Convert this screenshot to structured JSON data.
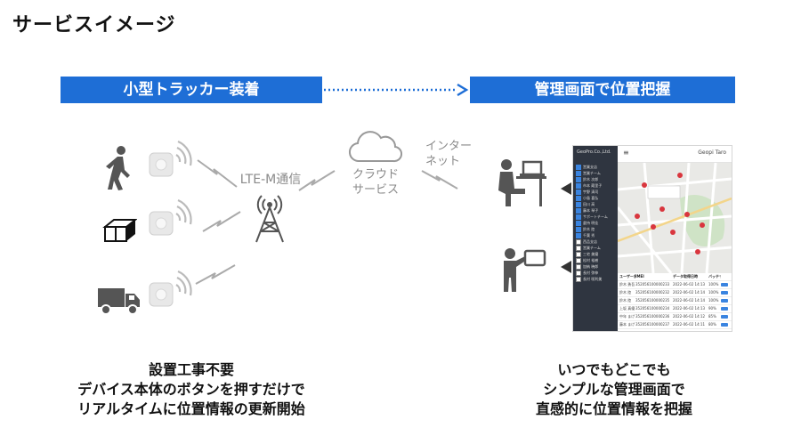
{
  "page": {
    "title": "サービスイメージ"
  },
  "banners": {
    "left": "小型トラッカー装着",
    "right": "管理画面で位置把握"
  },
  "network": {
    "lte": "LTE-M通信",
    "cloud_line1": "クラウド",
    "cloud_line2": "サービス",
    "internet_line1": "インター",
    "internet_line2": "ネット"
  },
  "captions": {
    "left": [
      "設置工事不要",
      "デバイス本体のボタンを押すだけで",
      "リアルタイムに位置情報の更新開始"
    ],
    "right": [
      "いつでもどこでも",
      "シンプルな管理画面で",
      "直感的に位置情報を把握"
    ]
  },
  "panel": {
    "brand": "GeoPro.Co.,Ltd.",
    "user": "Geopi Taro",
    "menu_icon": "hamburger-icon",
    "tree": [
      {
        "label": "営業支店",
        "checked": true
      },
      {
        "label": "営業チーム",
        "checked": true
      },
      {
        "label": "鈴木 次郎",
        "checked": true
      },
      {
        "label": "市本 蔵里子",
        "checked": true
      },
      {
        "label": "宇野 清司",
        "checked": true
      },
      {
        "label": "小島 喜弘",
        "checked": true
      },
      {
        "label": "田川 高",
        "checked": true
      },
      {
        "label": "藤本 琴子",
        "checked": true
      },
      {
        "label": "サポートチーム",
        "checked": true
      },
      {
        "label": "倉持 明佳",
        "checked": true
      },
      {
        "label": "鈴木 陸",
        "checked": true
      },
      {
        "label": "千葉 秀",
        "checked": true
      },
      {
        "label": "西品支店",
        "checked": false
      },
      {
        "label": "営業チーム",
        "checked": false
      },
      {
        "label": "三宅 美優",
        "checked": false
      },
      {
        "label": "松村 裕樹",
        "checked": false
      },
      {
        "label": "加納 暁郎",
        "checked": false
      },
      {
        "label": "長村 弥伸",
        "checked": false
      },
      {
        "label": "長村 咲利美",
        "checked": false
      }
    ],
    "table_headers": [
      "ユーザー名",
      "IMEI",
      "データ取得日時",
      "バッテリー"
    ],
    "rows": [
      {
        "name": "鈴木 勇吾",
        "imei": "352056100000233",
        "time": "2022-06-02 14:13",
        "battery": "100%"
      },
      {
        "name": "鈴木 陸",
        "imei": "352056100000232",
        "time": "2022-06-02 14:14",
        "battery": "100%"
      },
      {
        "name": "鈴木 陸",
        "imei": "352056100000235",
        "time": "2022-06-02 14:14",
        "battery": "100%"
      },
      {
        "name": "上坂 真優",
        "imei": "352056100000234",
        "time": "2022-06-02 14:13",
        "battery": "90%"
      },
      {
        "name": "中年 まげ",
        "imei": "352056100000236",
        "time": "2022-06-02 14:12",
        "battery": "85%"
      },
      {
        "name": "藤本 まげ",
        "imei": "352056100000237",
        "time": "2022-06-02 14:11",
        "battery": "80%"
      }
    ]
  },
  "colors": {
    "banner": "#1e6ed6",
    "icon_dark": "#555555",
    "icon_light": "#bbbbbb"
  }
}
